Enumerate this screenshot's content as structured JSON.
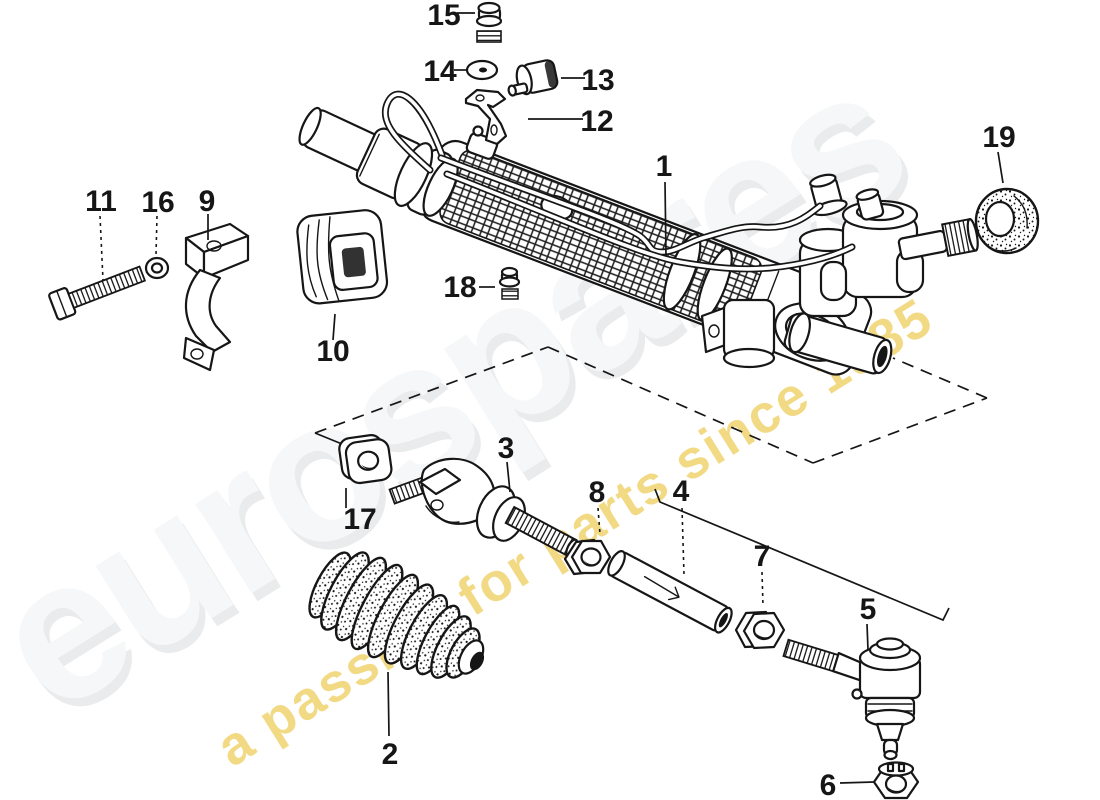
{
  "diagram": {
    "background_color": "#ffffff",
    "line_color": "#161616",
    "watermark": {
      "brand": "eurospares",
      "tagline": "a passion for parts since 1985",
      "brand_color": "#e9ebec",
      "tagline_color": "#f0d470"
    },
    "callouts": [
      {
        "number": "1"
      },
      {
        "number": "2"
      },
      {
        "number": "3"
      },
      {
        "number": "4"
      },
      {
        "number": "5"
      },
      {
        "number": "6"
      },
      {
        "number": "7"
      },
      {
        "number": "8"
      },
      {
        "number": "9"
      },
      {
        "number": "10"
      },
      {
        "number": "11"
      },
      {
        "number": "12"
      },
      {
        "number": "13"
      },
      {
        "number": "14"
      },
      {
        "number": "15"
      },
      {
        "number": "16"
      },
      {
        "number": "17"
      },
      {
        "number": "18"
      },
      {
        "number": "19"
      }
    ]
  }
}
